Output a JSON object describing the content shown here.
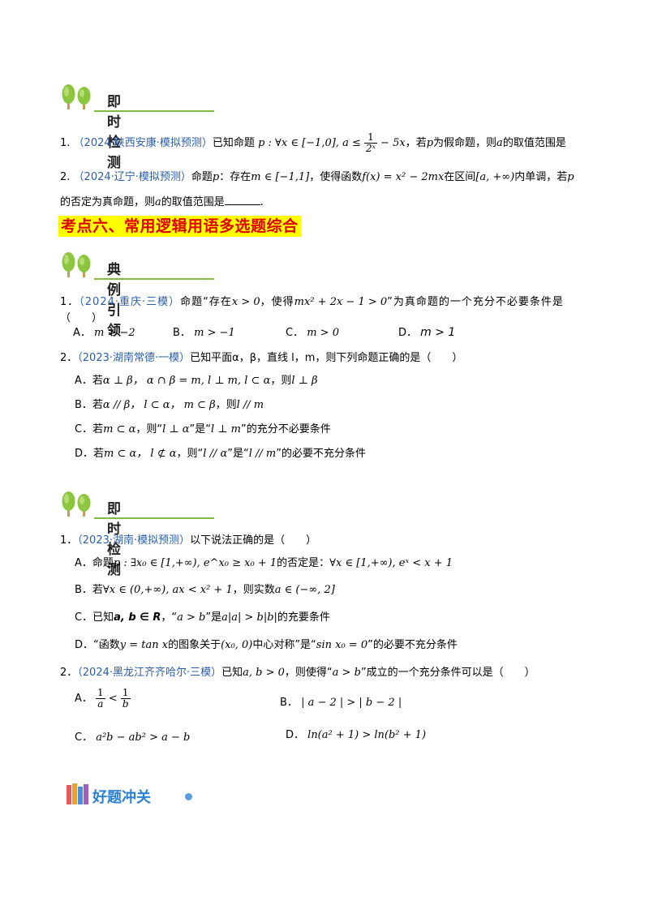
{
  "sections": {
    "check1": "即时检测",
    "example": "典例引领",
    "check2": "即时检测",
    "challenge": "好题冲关"
  },
  "banner": "考点六、常用逻辑用语多选题综合",
  "q_check1": {
    "num1": "1.",
    "src1": "（2024·陕西安康·模拟预测）",
    "pre1": "已知命题",
    "math1": "p : ∀x ∈ [−1,0], a ≤",
    "frac_n": "1",
    "frac_d": "2ˣ",
    "math1b": "− 5x",
    "mid1": "，若",
    "p": "p",
    "mid1b": "为假命题，则",
    "a": "a",
    "end1": "的取值范围是",
    "num2": "2.",
    "src2": "（2024·辽宁·模拟预测）",
    "pre2": "命题",
    "p2": "p",
    "t2a": "：存在",
    "m2a": "m ∈ [−1,1]",
    "t2b": "，使得函数",
    "m2b": "f(x) = x² − 2mx",
    "t2c": "在区间",
    "m2c": "[a, +∞)",
    "t2d": "内单调，若",
    "p2b": "p",
    "line2b_pre": "的否定为真命题，则",
    "a2": "a",
    "line2b_post": "的取值范围是",
    "line2b_end": "."
  },
  "q_example": {
    "num1": "1．",
    "src1": "（2024·重庆·三模）",
    "t1": "命题“存在",
    "m1": "x > 0",
    "t1b": "，使得",
    "m1b": "mx² + 2x − 1 > 0",
    "t1c": "”为真命题的一个充分不必要条件是",
    "paren1": "（　　）",
    "optA": "A．",
    "optA_m": "m > −2",
    "optB": "B．",
    "optB_m": "m > −1",
    "optC": "C．",
    "optC_m": "m > 0",
    "optD": "D．",
    "optD_m": "m > 1",
    "num2": "2．",
    "src2": "（2023·湖南常德·一模）",
    "t2": "已知平面",
    "t2m": "α，β，直线 l，m，则下列命题正确的是（　　）",
    "A": "A．若",
    "A_m": "α ⊥ β， α ∩ β = m, l ⊥ m, l ⊂ α",
    "A_t": "，则",
    "A_m2": "l ⊥ β",
    "B": "B．若",
    "B_m": "α // β， l ⊂ α， m ⊂ β",
    "B_t": "，则",
    "B_m2": "l // m",
    "C": "C．若",
    "C_m": "m ⊂ α",
    "C_t": "，则“",
    "C_m2": "l ⊥ α",
    "C_t2": "”是“",
    "C_m3": "l ⊥ m",
    "C_t3": "”的充分不必要条件",
    "D": "D．若",
    "D_m": "m ⊂ α， l ⊄ α",
    "D_t": "，则“",
    "D_m2": "l // α",
    "D_t2": "”是“",
    "D_m3": "l // m",
    "D_t3": "”的必要不充分条件"
  },
  "q_check2": {
    "num1": "1．",
    "src1": "（2023·湖南·模拟预测）",
    "t1": "以下说法正确的是（　　）",
    "A": "A．命题",
    "A_m": "p : ∃x₀ ∈ [1,+∞), e^x₀ ≥ x₀ + 1",
    "A_t": "的否定是：",
    "A_m2": "∀x ∈ [1,+∞), eˣ < x + 1",
    "B": "B．若",
    "B_m": "∀x ∈ (0,+∞), ax < x² + 1",
    "B_t": "，则实数",
    "B_m2": "a ∈ (−∞, 2]",
    "C": "C．已知",
    "C_m": "a, b ∈ R",
    "C_t": "，“",
    "C_m2": "a > b",
    "C_t2": "”是",
    "C_m3": "a|a| > b|b|",
    "C_t3": "的充要条件",
    "D": "D．“函数",
    "D_m": "y = tan x",
    "D_t": "的图象关于",
    "D_m2": "(x₀, 0)",
    "D_t2": "中心对称”是“",
    "D_m3": "sin x₀ = 0",
    "D_t3": "”的必要不充分条件",
    "num2": "2．",
    "src2": "（2024·黑龙江齐齐哈尔·三模）",
    "t2": "已知",
    "t2m": "a, b > 0",
    "t2b": "，则使得“",
    "t2m2": "a > b",
    "t2c": "”成立的一个充分条件可以是（　　）",
    "optA": "A．",
    "optA_n1": "1",
    "optA_d1": "a",
    "optA_lt": "<",
    "optA_n2": "1",
    "optA_d2": "b",
    "optB": "B．",
    "optB_m": "| a − 2 | > | b − 2 |",
    "optC": "C．",
    "optC_m": "a²b − ab² > a − b",
    "optD": "D．",
    "optD_m": "ln(a² + 1) > ln(b² + 1)"
  },
  "colors": {
    "source": "#2b5ea8",
    "banner_bg": "#ffff00",
    "banner_text": "#e00000",
    "leaf": "#8cc63f",
    "trunk": "#c69a5b"
  }
}
